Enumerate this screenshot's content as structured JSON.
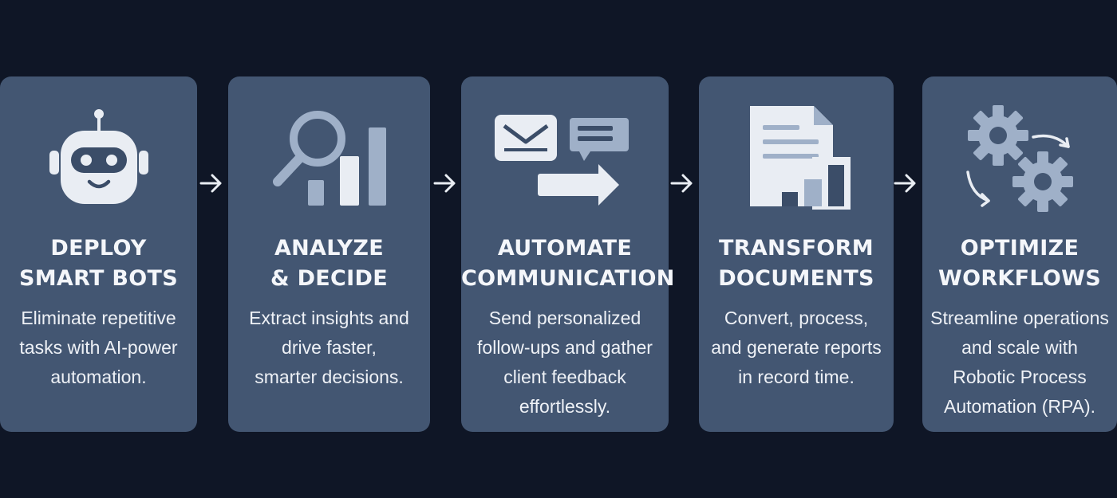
{
  "steps": [
    {
      "title": [
        "DEPLOY",
        "SMART BOTS"
      ],
      "desc": [
        "Eliminate repetitive",
        "tasks with AI-power",
        "automation."
      ],
      "icon": "robot-icon"
    },
    {
      "title": [
        "ANALYZE",
        "& DECIDE"
      ],
      "desc": [
        "Extract insights and",
        "drive faster,",
        "smarter decisions."
      ],
      "icon": "magnifier-chart-icon"
    },
    {
      "title": [
        "AUTOMATE",
        "COMMUNICATION"
      ],
      "desc": [
        "Send personalized",
        "follow-ups and gather",
        "client feedback",
        "effortlessly."
      ],
      "icon": "message-arrow-icon"
    },
    {
      "title": [
        "TRANSFORM",
        "DOCUMENTS"
      ],
      "desc": [
        "Convert, process,",
        "and generate reports",
        "in record time."
      ],
      "icon": "document-chart-icon"
    },
    {
      "title": [
        "OPTIMIZE",
        "WORKFLOWS"
      ],
      "desc": [
        "Streamline operations",
        "and scale with",
        "Robotic Process",
        "Automation (RPA)."
      ],
      "icon": "gears-cycle-icon"
    }
  ],
  "colors": {
    "background": "#0f1626",
    "card": "#435672",
    "icon_light": "#e9edf3",
    "icon_mid": "#9fb0c8",
    "icon_dark": "#3b4d68"
  }
}
